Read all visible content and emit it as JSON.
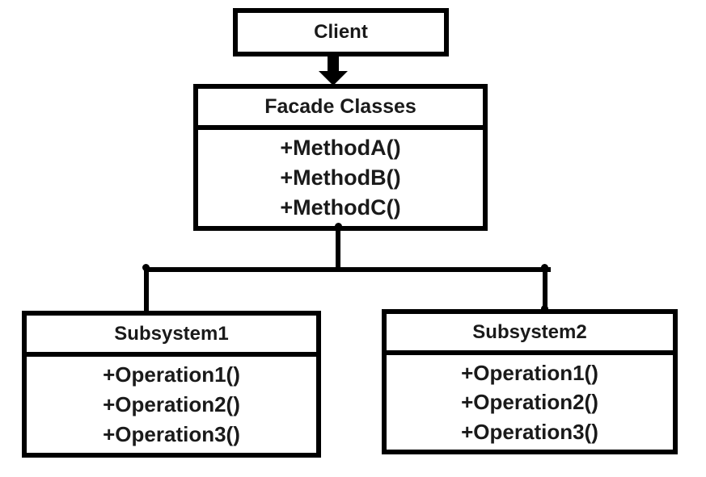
{
  "colors": {
    "background": "#ffffff",
    "line": "#000000",
    "text": "#1a1a1a"
  },
  "client": {
    "title": "Client"
  },
  "facade": {
    "title": "Facade Classes",
    "methods": [
      "+MethodA()",
      "+MethodB()",
      "+MethodC()"
    ]
  },
  "subsystem1": {
    "title": "Subsystem1",
    "operations": [
      "+Operation1()",
      "+Operation2()",
      "+Operation3()"
    ]
  },
  "subsystem2": {
    "title": "Subsystem2",
    "operations": [
      "+Operation1()",
      "+Operation2()",
      "+Operation3()"
    ]
  }
}
